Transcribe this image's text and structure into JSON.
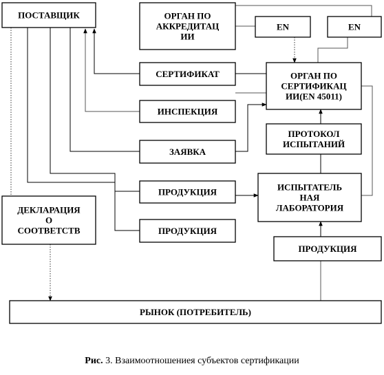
{
  "diagram": {
    "boxes": [
      {
        "id": "supplier",
        "lines": [
          "ПОСТАВЩИК"
        ]
      },
      {
        "id": "accreditation_body",
        "lines": [
          "ОРГАН ПО",
          "АККРЕДИТАЦ",
          "ИИ"
        ]
      },
      {
        "id": "en_left",
        "lines": [
          "EN"
        ]
      },
      {
        "id": "en_right",
        "lines": [
          "EN"
        ]
      },
      {
        "id": "certificate",
        "lines": [
          "СЕРТИФИКАТ"
        ]
      },
      {
        "id": "certification_body",
        "lines": [
          "ОРГАН ПО",
          "СЕРТИФИКАЦ",
          "ИИ(EN 45011)"
        ]
      },
      {
        "id": "inspection",
        "lines": [
          "ИНСПЕКЦИЯ"
        ]
      },
      {
        "id": "test_report",
        "lines": [
          "ПРОТОКОЛ",
          "ИСПЫТАНИЙ"
        ]
      },
      {
        "id": "application",
        "lines": [
          "ЗАЯВКА"
        ]
      },
      {
        "id": "product_1",
        "lines": [
          "ПРОДУКЦИЯ"
        ]
      },
      {
        "id": "testing_lab",
        "lines": [
          "ИСПЫТАТЕЛЬ",
          "НАЯ",
          "ЛАБОРАТОРИЯ"
        ]
      },
      {
        "id": "declaration",
        "lines": [
          "ДЕКЛАРАЦИЯ",
          "О",
          "СООТВЕТСТВ"
        ]
      },
      {
        "id": "product_2",
        "lines": [
          "ПРОДУКЦИЯ"
        ]
      },
      {
        "id": "product_3",
        "lines": [
          "ПРОДУКЦИЯ"
        ]
      },
      {
        "id": "market",
        "lines": [
          "РЫНОК (ПОТРЕБИТЕЛЬ)"
        ]
      }
    ]
  },
  "caption": {
    "prefix": "Рис.",
    "text": " 3. Взаимоотношениея субъектов сертификации"
  }
}
